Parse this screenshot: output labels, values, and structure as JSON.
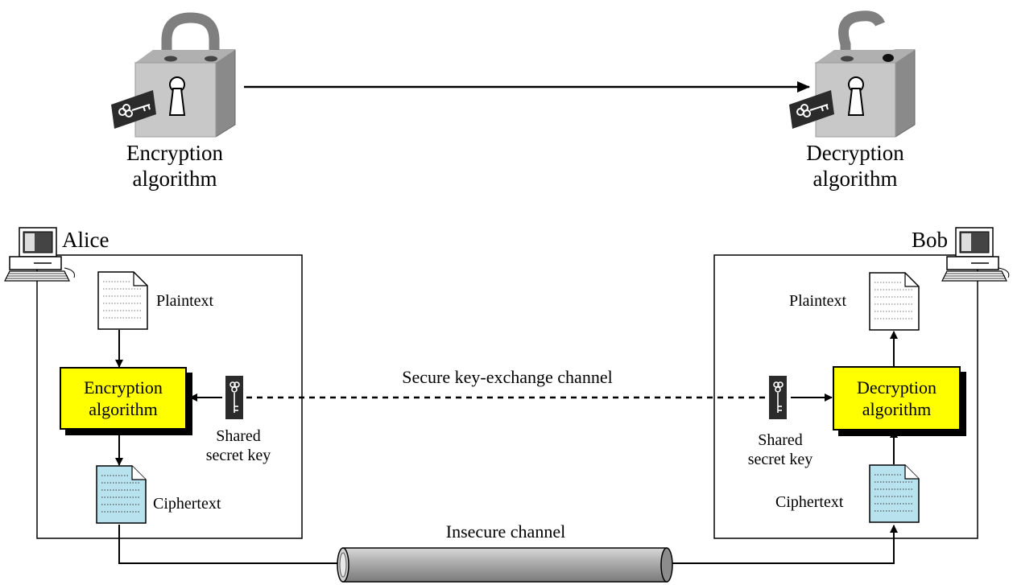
{
  "top": {
    "encryption_label_line1": "Encryption",
    "encryption_label_line2": "algorithm",
    "decryption_label_line1": "Decryption",
    "decryption_label_line2": "algorithm"
  },
  "alice": {
    "name": "Alice",
    "plaintext": "Plaintext",
    "encrypt_line1": "Encryption",
    "encrypt_line2": "algorithm",
    "key_line1": "Shared",
    "key_line2": "secret key",
    "ciphertext": "Ciphertext"
  },
  "bob": {
    "name": "Bob",
    "plaintext": "Plaintext",
    "decrypt_line1": "Decryption",
    "decrypt_line2": "algorithm",
    "key_line1": "Shared",
    "key_line2": "secret key",
    "ciphertext": "Ciphertext"
  },
  "channels": {
    "secure": "Secure key-exchange channel",
    "insecure": "Insecure channel"
  },
  "colors": {
    "algorithm_fill": "#ffff00",
    "ciphertext_fill": "#b8e2ee",
    "lock_body": "#c8c8c8",
    "pipe": "#a9a9a9"
  },
  "icons": [
    "padlock-closed-icon",
    "padlock-open-icon",
    "key-icon",
    "computer-icon",
    "document-icon",
    "pipe-icon"
  ]
}
